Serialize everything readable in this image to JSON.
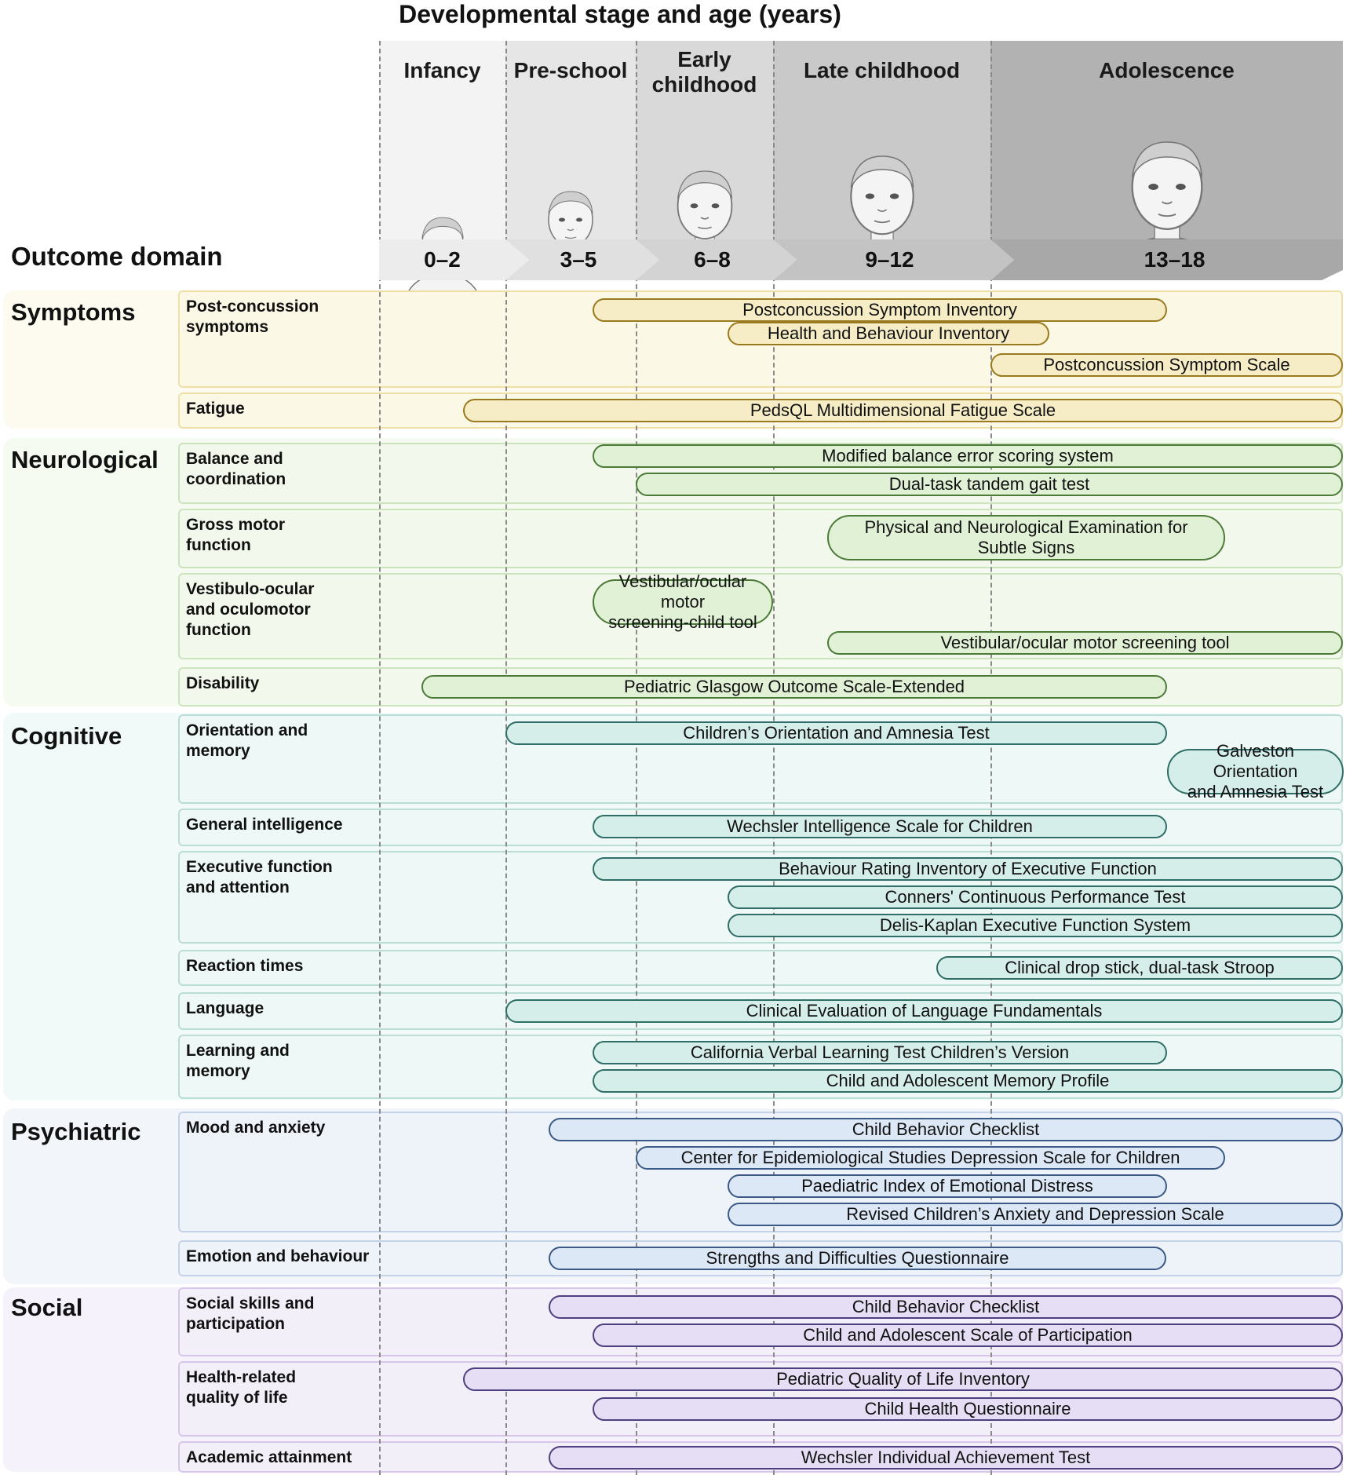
{
  "header": {
    "title": "Developmental stage and age (years)",
    "outcome_label": "Outcome domain"
  },
  "stages": [
    {
      "label": "Infancy",
      "age": "0–2"
    },
    {
      "label": "Pre-school",
      "age": "3–5"
    },
    {
      "label": "Early\nchildhood",
      "age": "6–8"
    },
    {
      "label": "Late childhood",
      "age": "9–12"
    },
    {
      "label": "Adolescence",
      "age": "13–18"
    }
  ],
  "colors": {
    "Symptoms": {
      "band": "#fdfbef",
      "box": "#fcf8e6",
      "box_border": "#eedfa6",
      "pill": "#f6edc6",
      "pill_border": "#9a7a1e"
    },
    "Neurological": {
      "band": "#f5fbf1",
      "box": "#f2f9ec",
      "box_border": "#cde3bd",
      "pill": "#e1f1d5",
      "pill_border": "#4c7a38"
    },
    "Cognitive": {
      "band": "#f1faf8",
      "box": "#eef8f6",
      "box_border": "#bcdcd6",
      "pill": "#d6eeea",
      "pill_border": "#2e6e66"
    },
    "Psychiatric": {
      "band": "#f2f6fb",
      "box": "#eef3fa",
      "box_border": "#c3d2e6",
      "pill": "#dce8f6",
      "pill_border": "#3a5a85"
    },
    "Social": {
      "band": "#f5f2fb",
      "box": "#f3eff9",
      "box_border": "#d6c6ea",
      "pill": "#e6def4",
      "pill_border": "#4d3f80"
    }
  },
  "domains": [
    {
      "name": "Symptoms",
      "rows": [
        {
          "label": "Post-concussion\nsymptoms",
          "tools": [
            {
              "name": "Postconcussion Symptom Inventory",
              "from": 5,
              "to": 16
            },
            {
              "name": "Health and Behaviour Inventory",
              "from": 8,
              "to": 14
            },
            {
              "name": "Postconcussion Symptom Scale",
              "from": 13,
              "to": 18
            }
          ]
        },
        {
          "label": "Fatigue",
          "tools": [
            {
              "name": "PedsQL Multidimensional Fatigue Scale",
              "from": 2,
              "to": 18
            }
          ]
        }
      ]
    },
    {
      "name": "Neurological",
      "rows": [
        {
          "label": "Balance and\ncoordination",
          "tools": [
            {
              "name": "Modified balance error scoring system",
              "from": 5,
              "to": 18
            },
            {
              "name": "Dual-task tandem gait test",
              "from": 6,
              "to": 18
            }
          ]
        },
        {
          "label": "Gross motor\nfunction",
          "tools": [
            {
              "name": "Physical and Neurological Examination for\nSubtle Signs",
              "from": 10,
              "to": 17
            }
          ]
        },
        {
          "label": "Vestibulo-ocular\nand oculomotor\nfunction",
          "tools": [
            {
              "name": "Vestibular/ocular motor\nscreening-child tool",
              "from": 5,
              "to": 9
            },
            {
              "name": "Vestibular/ocular motor screening tool",
              "from": 10,
              "to": 18
            }
          ]
        },
        {
          "label": "Disability",
          "tools": [
            {
              "name": "Pediatric Glasgow Outcome Scale-Extended",
              "from": 1,
              "to": 16
            }
          ]
        }
      ]
    },
    {
      "name": "Cognitive",
      "rows": [
        {
          "label": "Orientation and\nmemory",
          "tools": [
            {
              "name": "Children’s Orientation and Amnesia Test",
              "from": 3,
              "to": 16
            },
            {
              "name": "Galveston Orientation\nand Amnesia Test",
              "from": 16,
              "to": 18
            }
          ]
        },
        {
          "label": "General intelligence",
          "tools": [
            {
              "name": "Wechsler Intelligence Scale for Children",
              "from": 5,
              "to": 16
            }
          ]
        },
        {
          "label": "Executive function\nand attention",
          "tools": [
            {
              "name": "Behaviour Rating Inventory of Executive Function",
              "from": 5,
              "to": 18
            },
            {
              "name": "Conners' Continuous Performance Test",
              "from": 8,
              "to": 18
            },
            {
              "name": "Delis-Kaplan Executive Function System",
              "from": 8,
              "to": 18
            }
          ]
        },
        {
          "label": "Reaction times",
          "tools": [
            {
              "name": "Clinical drop stick, dual-task Stroop",
              "from": 12,
              "to": 18
            }
          ]
        },
        {
          "label": "Language",
          "tools": [
            {
              "name": "Clinical Evaluation of Language Fundamentals",
              "from": 3,
              "to": 18
            }
          ]
        },
        {
          "label": "Learning and\nmemory",
          "tools": [
            {
              "name": "California Verbal Learning Test Children’s Version",
              "from": 5,
              "to": 16
            },
            {
              "name": "Child and Adolescent Memory Profile",
              "from": 5,
              "to": 18
            }
          ]
        }
      ]
    },
    {
      "name": "Psychiatric",
      "rows": [
        {
          "label": "Mood and anxiety",
          "tools": [
            {
              "name": "Child Behavior Checklist",
              "from": 4,
              "to": 18
            },
            {
              "name": "Center for Epidemiological Studies Depression Scale for Children",
              "from": 6,
              "to": 17
            },
            {
              "name": "Paediatric Index of Emotional Distress",
              "from": 8,
              "to": 16
            },
            {
              "name": "Revised Children’s Anxiety and Depression Scale",
              "from": 8,
              "to": 18
            }
          ]
        },
        {
          "label": "Emotion and behaviour",
          "tools": [
            {
              "name": "Strengths and Difficulties Questionnaire",
              "from": 4,
              "to": 16
            }
          ]
        }
      ]
    },
    {
      "name": "Social",
      "rows": [
        {
          "label": "Social skills and\nparticipation",
          "tools": [
            {
              "name": "Child Behavior Checklist",
              "from": 4,
              "to": 18
            },
            {
              "name": "Child and Adolescent Scale of Participation",
              "from": 5,
              "to": 18
            }
          ]
        },
        {
          "label": "Health-related\nquality of life",
          "tools": [
            {
              "name": "Pediatric Quality of Life Inventory",
              "from": 2,
              "to": 18
            },
            {
              "name": "Child Health Questionnaire",
              "from": 5,
              "to": 18
            }
          ]
        },
        {
          "label": "Academic attainment",
          "tools": [
            {
              "name": "Wechsler Individual Achievement Test",
              "from": 4,
              "to": 18
            }
          ]
        }
      ]
    }
  ]
}
